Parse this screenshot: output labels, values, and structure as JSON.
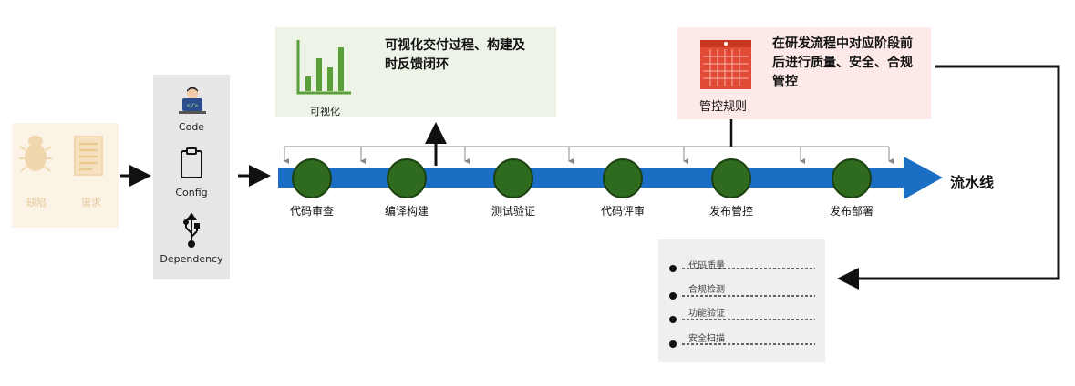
{
  "inputs": [
    {
      "label": "缺陷",
      "icon": "bug-icon"
    },
    {
      "label": "需求",
      "icon": "document-icon"
    }
  ],
  "sources": [
    {
      "label": "Code",
      "icon": "developer-laptop-icon"
    },
    {
      "label": "Config",
      "icon": "clipboard-icon"
    },
    {
      "label": "Dependency",
      "icon": "usb-icon"
    }
  ],
  "visual_box": {
    "label": "可视化",
    "text_lines": [
      "可视化交付过程、构建及",
      "时反馈闭环"
    ],
    "icon": "bar-chart-icon"
  },
  "rules_box": {
    "label": "管控规则",
    "text_lines": [
      "在研发流程中对应阶段前",
      "后进行质量、安全、合规",
      "管控"
    ],
    "icon": "calendar-grid-icon"
  },
  "pipeline": {
    "label": "流水线",
    "stages": [
      "代码审查",
      "编译构建",
      "测试验证",
      "代码评审",
      "发布管控",
      "发布部署"
    ]
  },
  "checklist": [
    "代码质量",
    "合规检测",
    "功能验证",
    "安全扫描"
  ],
  "colors": {
    "arrow_blue": "#1a6fc4",
    "stage_green": "#2f6b1f",
    "chart_green": "#5aa03a",
    "calendar_red": "#e04a36",
    "faded_orange": "#f1d7ae"
  }
}
